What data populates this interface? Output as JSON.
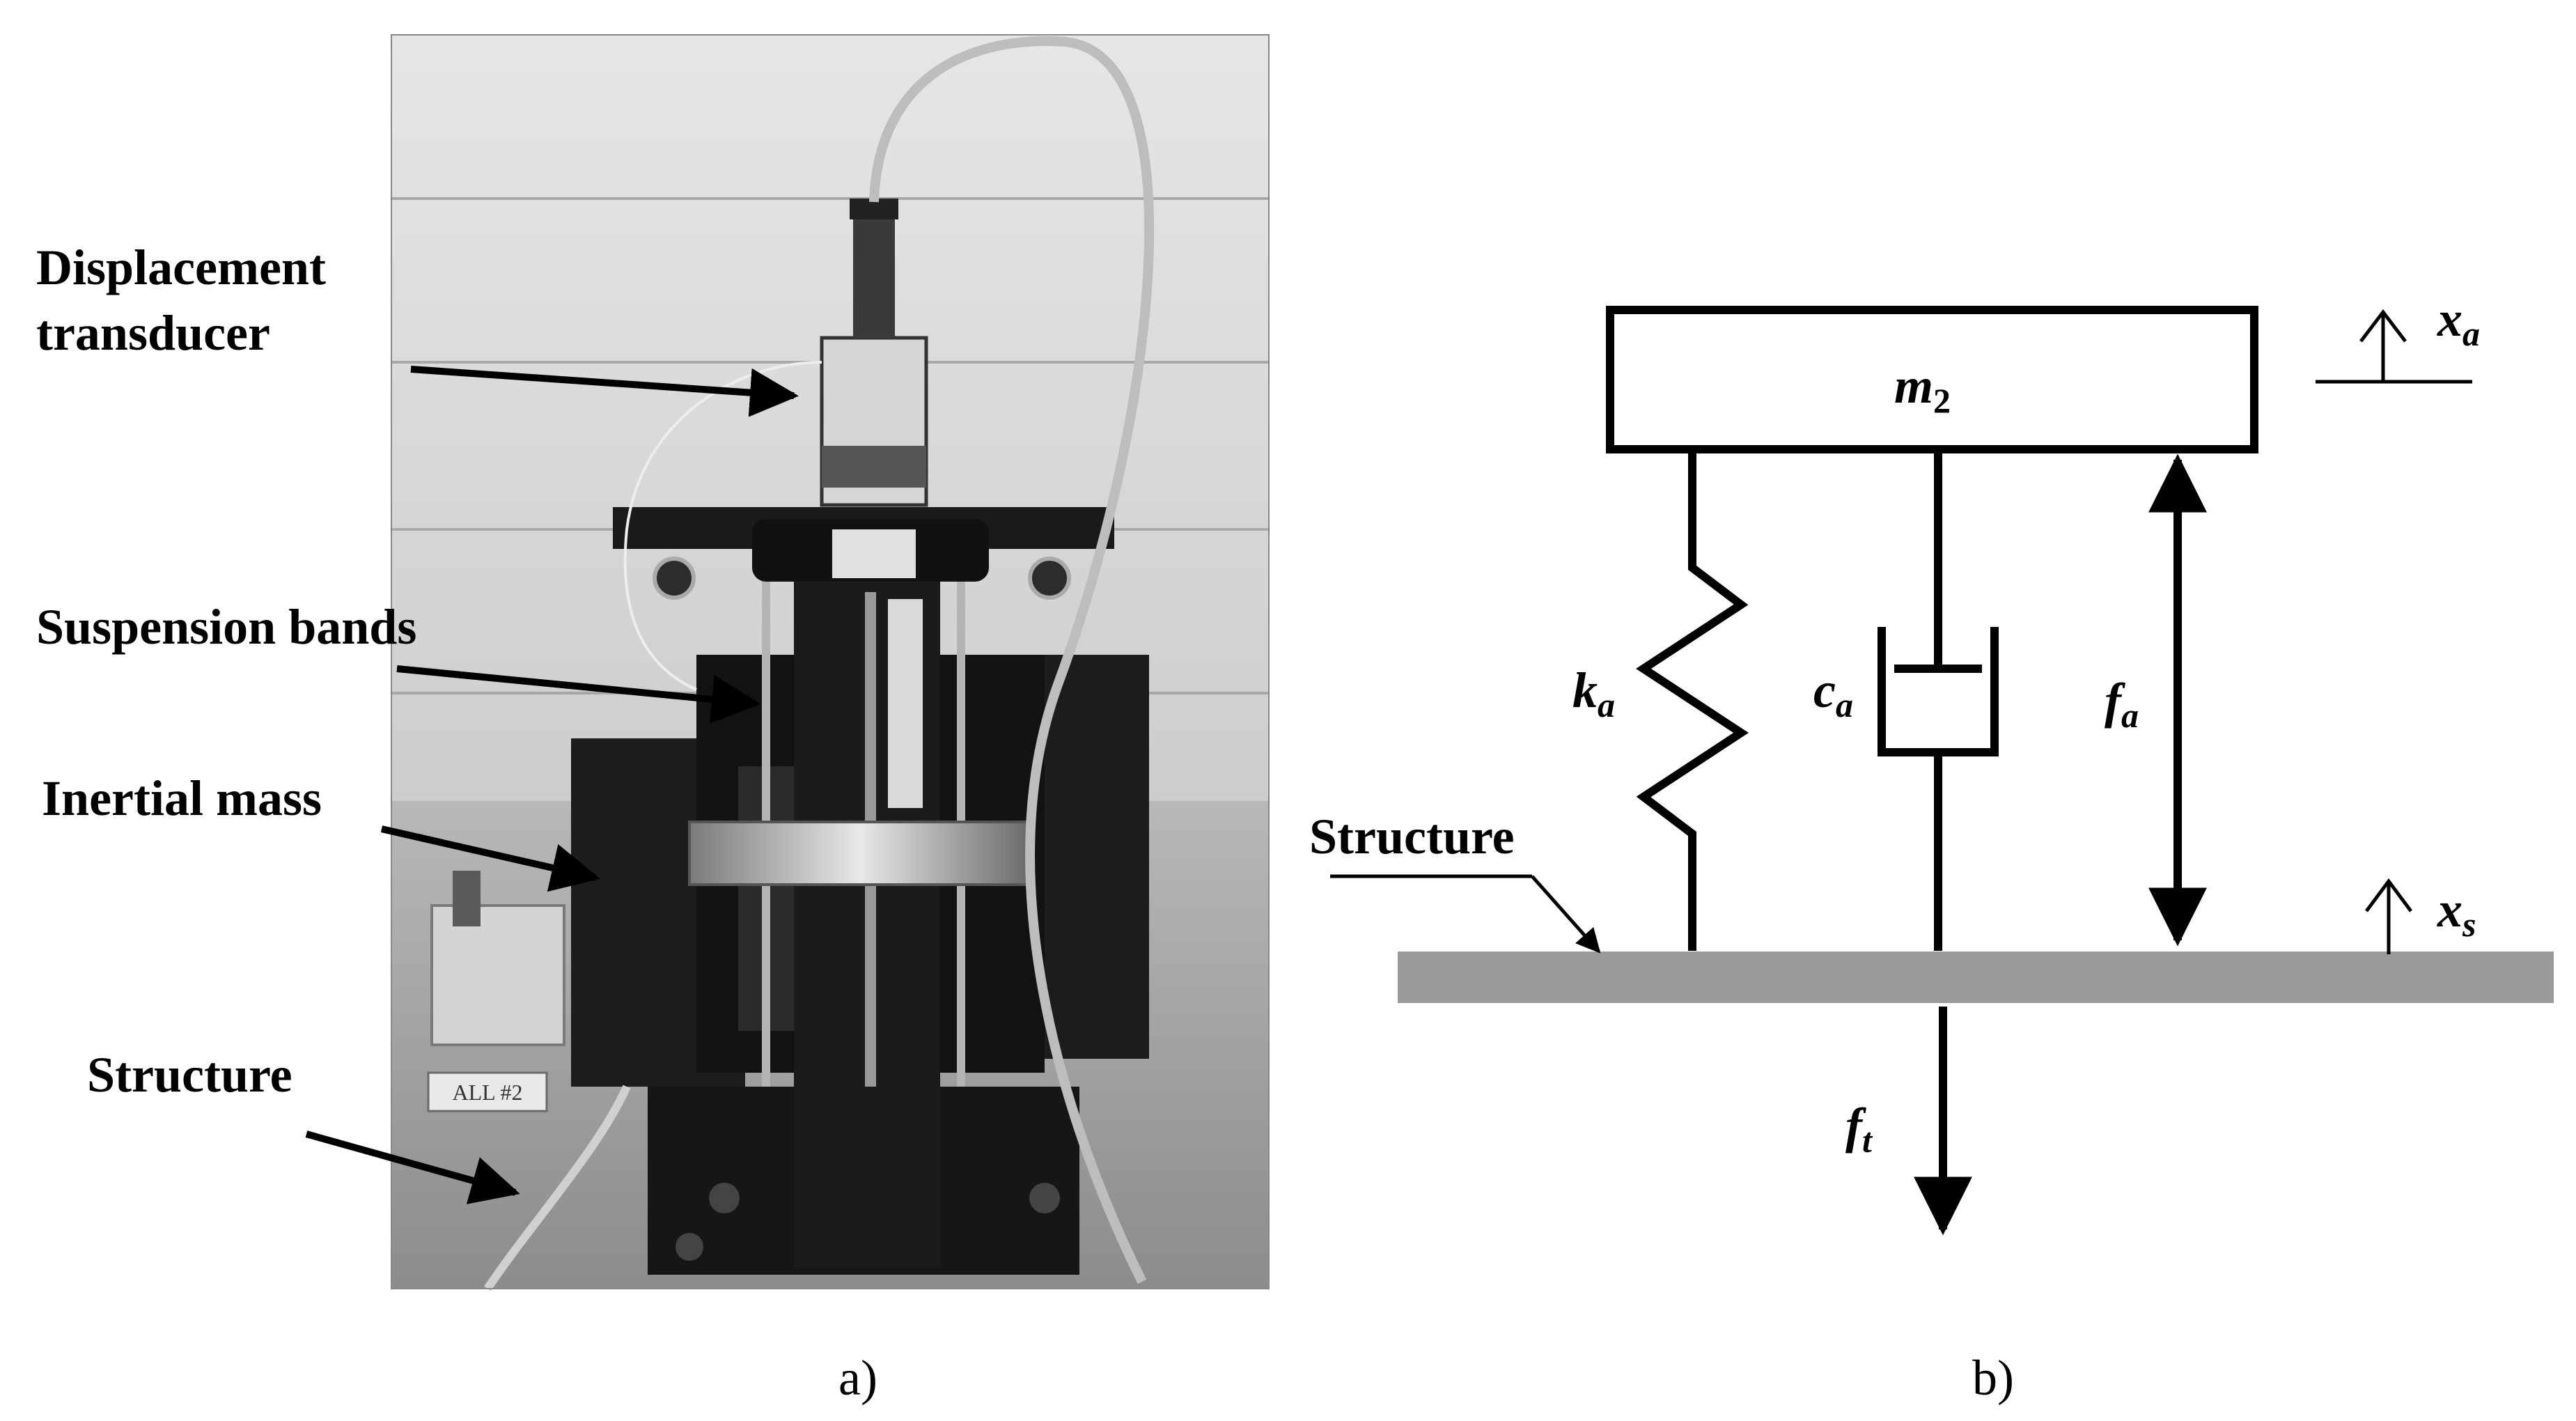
{
  "panel_a": {
    "labels": {
      "displacement_1": "Displacement",
      "displacement_2": "transducer",
      "suspension": "Suspension bands",
      "inertial": "Inertial mass",
      "structure": "Structure",
      "sticker": "ALL #2"
    },
    "caption": "a)"
  },
  "panel_b": {
    "mass": {
      "m": "m",
      "sub": "2"
    },
    "spring": {
      "k": "k",
      "sub": "a"
    },
    "damper": {
      "c": "c",
      "sub": "a"
    },
    "force_a": {
      "f": "f",
      "sub": "a"
    },
    "force_t": {
      "f": "f",
      "sub": "t"
    },
    "disp_a": {
      "x": "x",
      "sub": "a"
    },
    "disp_s": {
      "x": "x",
      "sub": "s"
    },
    "structure_label": "Structure",
    "caption": "b)"
  },
  "colors": {
    "ink": "#000000",
    "ground": "#9a9a9a",
    "photo_wall": "#cfcfcf",
    "photo_floor": "#a9a9a9",
    "device_black": "#161616"
  }
}
